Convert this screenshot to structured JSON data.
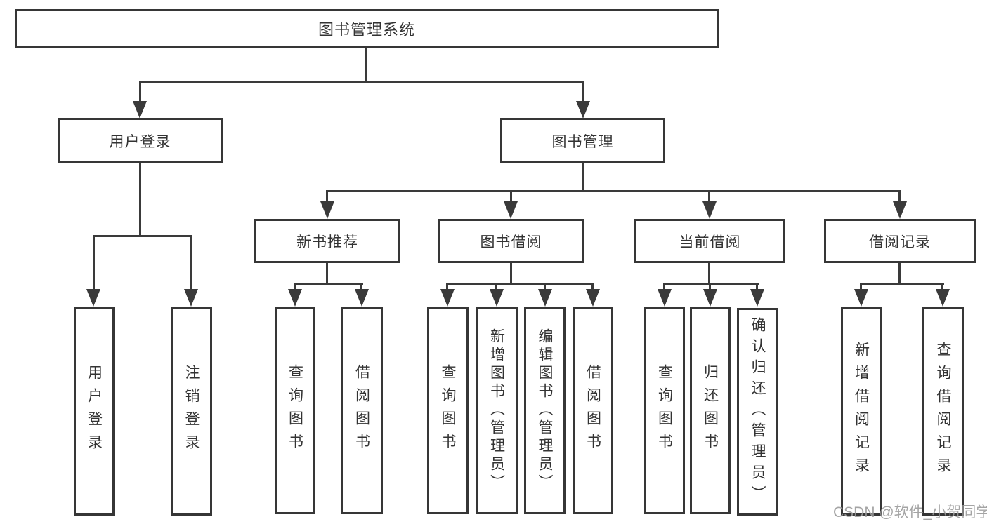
{
  "diagram_title": "图书管理系统",
  "watermark": "CSDN @软件_小贺同学",
  "colors": {
    "line": "#3a3a3a",
    "border": "#363636",
    "text": "#333333",
    "watermark": "#9b9b9b",
    "background": "#ffffff"
  },
  "nodes": {
    "root": {
      "label": "图书管理系统"
    },
    "user_login": {
      "label": "用户登录"
    },
    "book_mgmt": {
      "label": "图书管理"
    },
    "new_book_rec": {
      "label": "新书推荐"
    },
    "book_borrow": {
      "label": "图书借阅"
    },
    "current_borrow": {
      "label": "当前借阅"
    },
    "borrow_records": {
      "label": "借阅记录"
    },
    "leaf_user_login": {
      "label": "用户登录"
    },
    "leaf_logout": {
      "label": "注销登录"
    },
    "rec_query_books": {
      "label": "查询图书"
    },
    "rec_borrow_books": {
      "label": "借阅图书"
    },
    "bb_query_books": {
      "label": "查询图书"
    },
    "bb_add_books": {
      "label": "新增图书（管理员）"
    },
    "bb_edit_books": {
      "label": "编辑图书（管理员）"
    },
    "bb_borrow_books": {
      "label": "借阅图书"
    },
    "cb_query_books": {
      "label": "查询图书"
    },
    "cb_return_books": {
      "label": "归还图书"
    },
    "cb_confirm_return": {
      "label": "确认归还（管理员）"
    },
    "br_add_record": {
      "label": "新增借阅记录"
    },
    "br_query_record": {
      "label": "查询借阅记录"
    }
  },
  "hierarchy": {
    "图书管理系统": {
      "用户登录": [
        "用户登录",
        "注销登录"
      ],
      "图书管理": {
        "新书推荐": [
          "查询图书",
          "借阅图书"
        ],
        "图书借阅": [
          "查询图书",
          "新增图书（管理员）",
          "编辑图书（管理员）",
          "借阅图书"
        ],
        "当前借阅": [
          "查询图书",
          "归还图书",
          "确认归还（管理员）"
        ],
        "借阅记录": [
          "新增借阅记录",
          "查询借阅记录"
        ]
      }
    }
  }
}
